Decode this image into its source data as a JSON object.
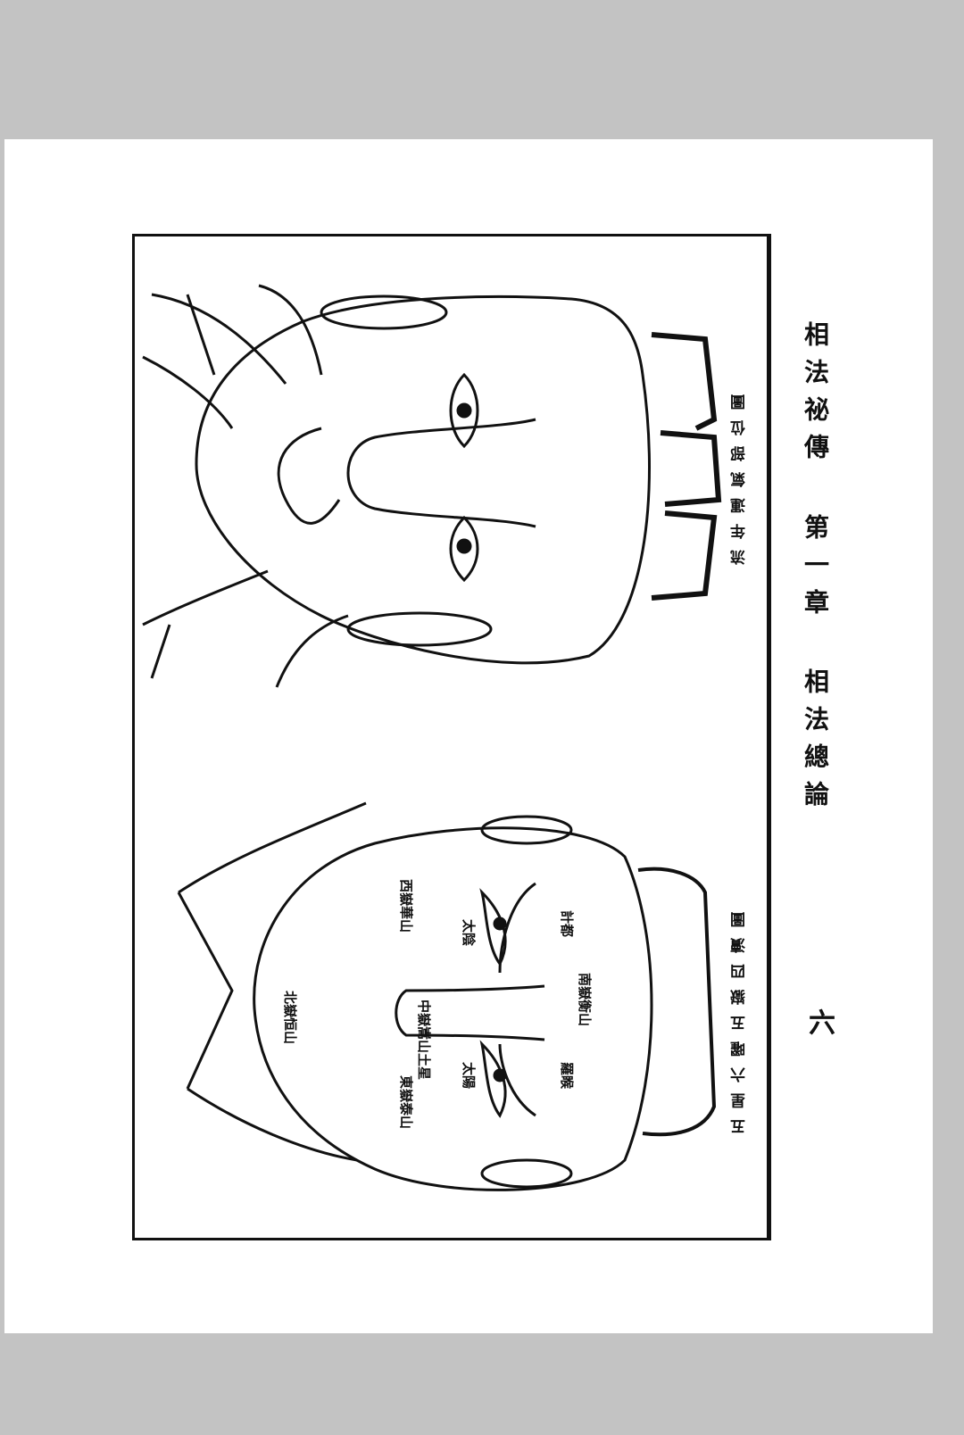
{
  "header": {
    "book_title": "相法祕傳",
    "chapter": "第一章",
    "chapter_title": "相法總論"
  },
  "page_number": "六",
  "figures": [
    {
      "caption": "流年運氣部位圖"
    },
    {
      "caption": "五星六曜五嶽四瀆圖",
      "labels": {
        "south": "南嶽衡山",
        "north": "北嶽恒山",
        "west": "西嶽華山",
        "east": "東嶽泰山",
        "center": "中嶽嵩山土星",
        "moon": "太陰",
        "sun": "太陽",
        "rahu": "羅睺",
        "ketu": "計都"
      }
    }
  ]
}
